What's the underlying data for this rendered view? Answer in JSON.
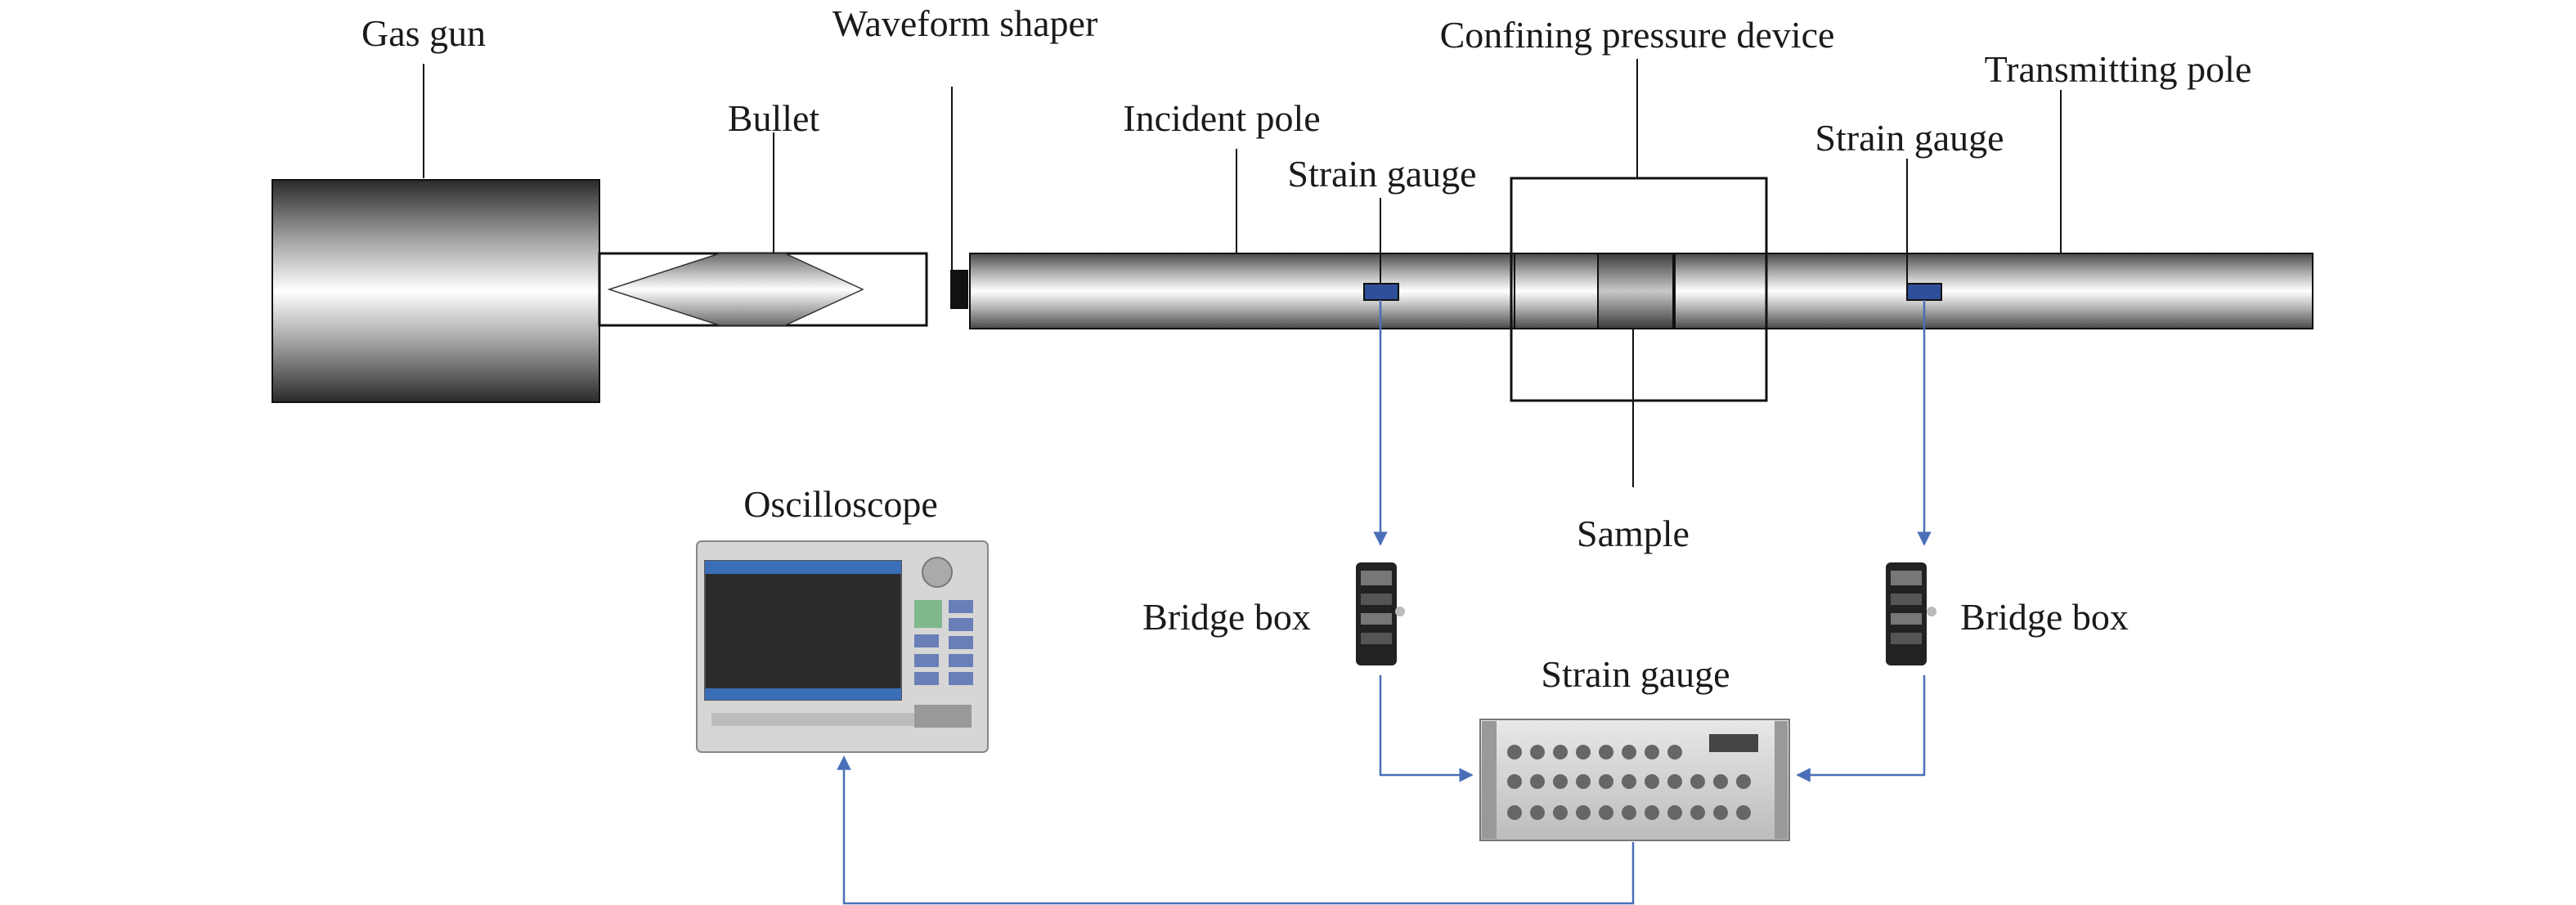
{
  "labels": {
    "gas_gun": "Gas gun",
    "waveform_shaper": "Waveform shaper",
    "confining_pressure_device": "Confining pressure device",
    "transmitting_pole": "Transmitting pole",
    "bullet": "Bullet",
    "incident_pole": "Incident pole",
    "strain_gauge_incident": "Strain gauge",
    "strain_gauge_transmitting": "Strain gauge",
    "oscilloscope": "Oscilloscope",
    "sample": "Sample",
    "bridge_box_left": "Bridge box",
    "bridge_box_right": "Bridge box",
    "strain_gauge_amplifier": "Strain gauge"
  },
  "colors": {
    "outline": "#111111",
    "arrow": "#4a6fb8",
    "gauge_fill": "#2f4f9a",
    "metal_dark": "#555555",
    "metal_light": "#fafafa",
    "screen": "#2b2b2b"
  }
}
